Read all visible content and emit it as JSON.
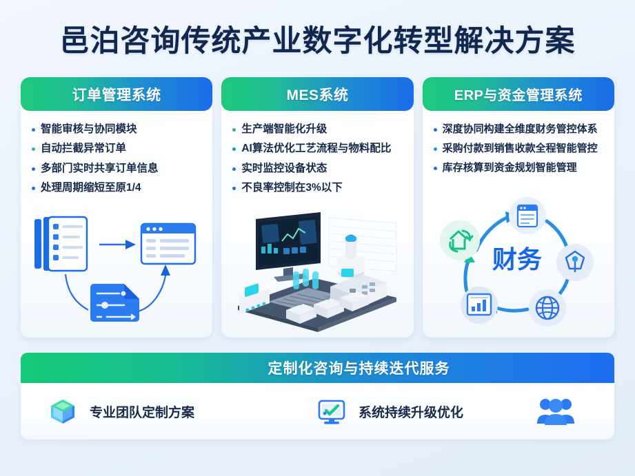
{
  "title": "邑泊咨询传统产业数字化转型解决方案",
  "theme": {
    "gradient_start": "#1fc97c",
    "gradient_end": "#1a6ce9",
    "text_dark": "#17294a",
    "title_color": "#10284f",
    "accent_blue": "#1565e8",
    "accent_green": "#21c97a",
    "background": "#eaf2fb"
  },
  "columns": [
    {
      "header": "订单管理系统",
      "bullets": [
        {
          "text": "智能审核与协同模块",
          "dot_color": "#1f7ae0"
        },
        {
          "text": "自动拦截异常订单",
          "dot_color": "#1fc09a"
        },
        {
          "text": "多部门实时共享订单信息",
          "dot_color": "#1f6ee8"
        },
        {
          "text": "处理周期缩短至原1/4",
          "dot_color": "#1f6ee8"
        }
      ],
      "illustration": "order-flow-illustration"
    },
    {
      "header": "MES系统",
      "bullets": [
        {
          "text": "生产端智能化升级",
          "dot_color": "#1fb79f"
        },
        {
          "text": "AI算法优化工艺流程与物料配比",
          "dot_color": "#1f9cc4"
        },
        {
          "text": "实时监控设备状态",
          "dot_color": "#1f7ae0"
        },
        {
          "text": "不良率控制在3%以下",
          "dot_color": "#1f6ee8"
        }
      ],
      "illustration": "smart-factory-illustration"
    },
    {
      "header": "ERP与资金管理系统",
      "bullets": [
        {
          "text": "深度协同构建全维度财务管控体系",
          "dot_color": "#1f6ee8"
        },
        {
          "text": "采购付款到销售收款全程智能管控",
          "dot_color": "#1f9cc4"
        },
        {
          "text": "库存核算到资金规划智能管理",
          "dot_color": "#1f6ee8"
        }
      ],
      "illustration": "finance-cycle-illustration",
      "cycle": {
        "center_label": "财务",
        "nodes": [
          {
            "name": "document-node",
            "icon": "document-icon"
          },
          {
            "name": "asset-node",
            "icon": "gem-pen-icon"
          },
          {
            "name": "global-node",
            "icon": "globe-icon"
          },
          {
            "name": "report-node",
            "icon": "bar-chart-icon"
          },
          {
            "name": "recycle-node",
            "icon": "recycle-home-icon"
          }
        ]
      }
    }
  ],
  "banner": {
    "text": "定制化咨询与持续迭代服务"
  },
  "footer": {
    "items": [
      {
        "label": "专业团队定制方案",
        "icon": "cube-icon"
      },
      {
        "label": "系统持续升级优化",
        "icon": "monitor-check-icon"
      },
      {
        "label": "",
        "icon": "team-icon"
      }
    ]
  }
}
